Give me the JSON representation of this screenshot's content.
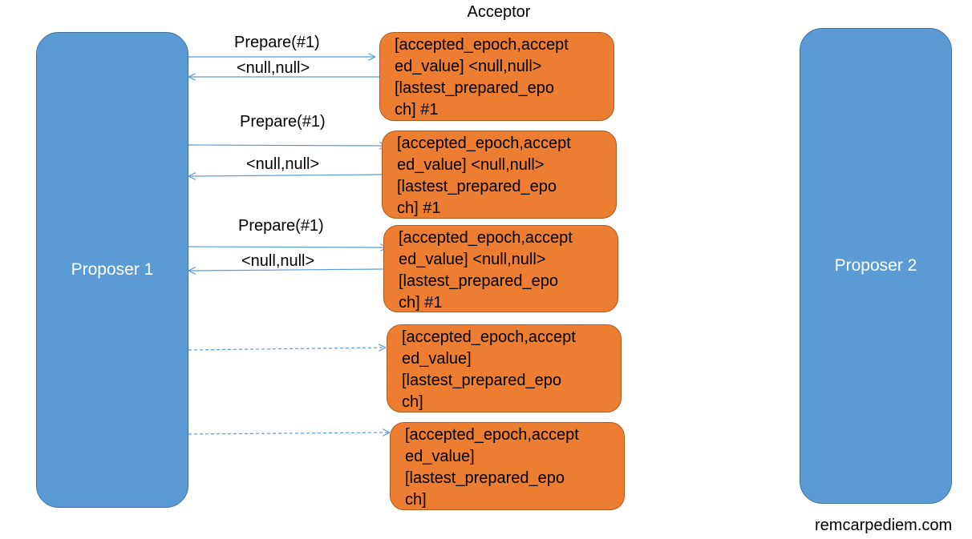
{
  "heading": "Acceptor",
  "proposers": [
    {
      "label": "Proposer 1"
    },
    {
      "label": "Proposer 2"
    }
  ],
  "acceptors": [
    {
      "lines": [
        "[accepted_epoch,accept",
        "ed_value] <null,null>",
        "[lastest_prepared_epo",
        "ch] #1"
      ]
    },
    {
      "lines": [
        "[accepted_epoch,accept",
        "ed_value] <null,null>",
        "[lastest_prepared_epo",
        "ch] #1"
      ]
    },
    {
      "lines": [
        "[accepted_epoch,accept",
        "ed_value] <null,null>",
        "[lastest_prepared_epo",
        "ch] #1"
      ]
    },
    {
      "lines": [
        "[accepted_epoch,accept",
        "ed_value]",
        "[lastest_prepared_epo",
        "ch]"
      ]
    },
    {
      "lines": [
        "[accepted_epoch,accept",
        "ed_value]",
        "[lastest_prepared_epo",
        "ch]"
      ]
    }
  ],
  "messages": [
    {
      "request": "Prepare(#1)",
      "response": "<null,null>"
    },
    {
      "request": "Prepare(#1)",
      "response": "<null,null>"
    },
    {
      "request": "Prepare(#1)",
      "response": "<null,null>"
    }
  ],
  "watermark": "remcarpediem.com",
  "colors": {
    "proposer": "#5b9bd5",
    "acceptor": "#ed7d31",
    "arrow": "#5b9bd5"
  }
}
